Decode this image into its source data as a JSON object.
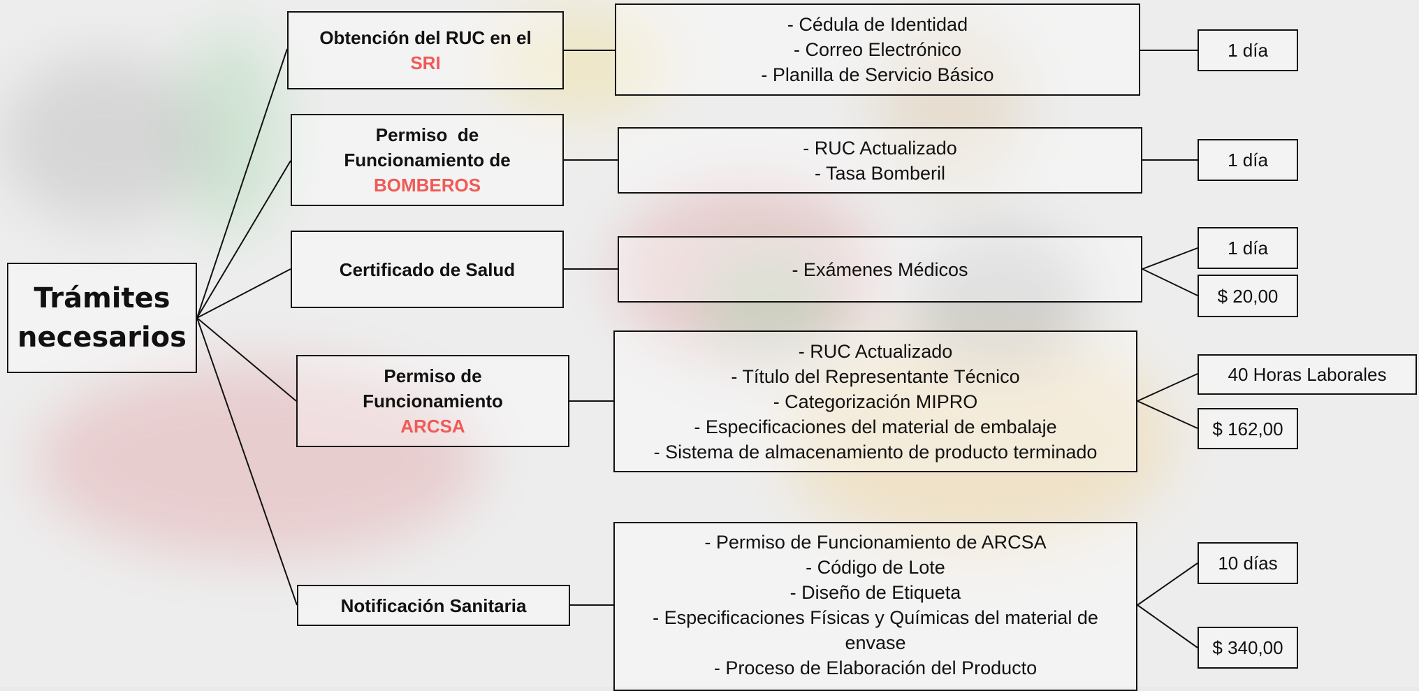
{
  "colors": {
    "accent": "#f05a57",
    "line": "#111111"
  },
  "root": {
    "line1": "Trámites",
    "line2": "necesarios"
  },
  "steps": [
    {
      "title": "Obtención del RUC en el",
      "agency": "SRI",
      "requirements": [
        "- Cédula de Identidad",
        "- Correo Electrónico",
        "- Planilla de Servicio Básico"
      ],
      "results": [
        "1 día"
      ]
    },
    {
      "title_line1": "Permiso  de",
      "title_line2": "Funcionamiento de",
      "agency": "BOMBEROS",
      "requirements": [
        "- RUC Actualizado",
        "- Tasa Bomberil"
      ],
      "results": [
        "1 día"
      ]
    },
    {
      "title": "Certificado de Salud",
      "requirements": [
        "- Exámenes Médicos"
      ],
      "results": [
        "1 día",
        "$ 20,00"
      ]
    },
    {
      "title_line1": "Permiso de",
      "title_line2": "Funcionamiento",
      "agency": "ARCSA",
      "requirements": [
        "- RUC Actualizado",
        "- Título del Representante Técnico",
        "- Categorización MIPRO",
        "- Especificaciones del material de embalaje",
        "- Sistema de almacenamiento de producto terminado"
      ],
      "results": [
        "40 Horas Laborales",
        "$ 162,00"
      ]
    },
    {
      "title": "Notificación Sanitaria",
      "requirements": [
        "- Permiso de Funcionamiento de ARCSA",
        "- Código de Lote",
        "- Diseño de Etiqueta",
        "- Especificaciones Físicas y Químicas del material de",
        "envase",
        "- Proceso de Elaboración del Producto"
      ],
      "results": [
        "10 días",
        "$ 340,00"
      ]
    }
  ]
}
